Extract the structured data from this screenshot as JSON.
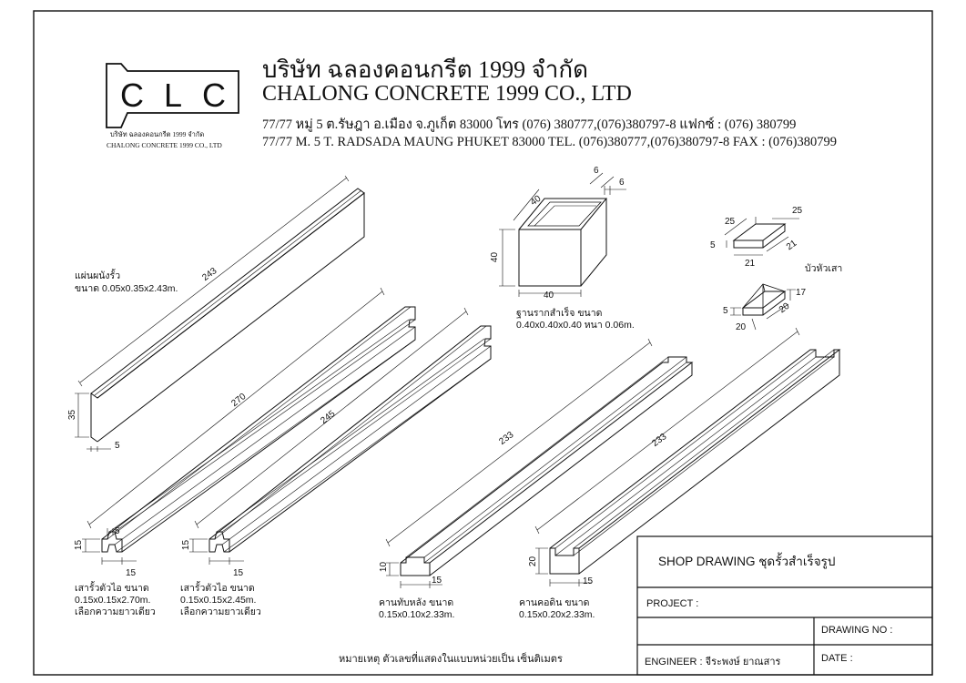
{
  "company": {
    "logo_text": "CLC",
    "logo_sub_th": "บริษัท ฉลองคอนกรีต 1999 จำกัด",
    "logo_sub_en": "CHALONG CONCRETE 1999 CO., LTD",
    "name_th": "บริษัท ฉลองคอนกรีต 1999 จำกัด",
    "name_en": "CHALONG CONCRETE  1999 CO., LTD",
    "address_th": "77/77 หมู่ 5  ต.รัษฎา อ.เมือง จ.ภูเก็ต 83000 โทร (076) 380777,(076)380797-8 แฟกซ์ : (076) 380799",
    "address_en": "77/77 M. 5 T. RADSADA MAUNG PHUKET 83000 TEL. (076)380777,(076)380797-8 FAX :  (076)380799"
  },
  "components": {
    "panel": {
      "line1": "แผ่นผนังรั้ว",
      "line2": "ขนาด 0.05x0.35x2.43m.",
      "dim_length": "243",
      "dim_height": "35",
      "dim_thick": "5"
    },
    "post270": {
      "line1": "เสารั้วตัวไอ ขนาด",
      "line2": "0.15x0.15x2.70m.",
      "line3": "เลือกความยาวเดียว",
      "dim_length": "270",
      "dim_w": "15",
      "dim_h": "15",
      "dim_5": "5"
    },
    "post245": {
      "line1": "เสารั้วตัวไอ ขนาด",
      "line2": "0.15x0.15x2.45m.",
      "line3": "เลือกความยาวเดียว",
      "dim_length": "245",
      "dim_w": "15",
      "dim_h": "15"
    },
    "beam_top": {
      "line1": "คานทับหลัง  ขนาด",
      "line2": "0.15x0.10x2.33m.",
      "dim_length": "233",
      "dim_h": "10",
      "dim_w": "15"
    },
    "beam_ground": {
      "line1": "คานคอดิน  ขนาด",
      "line2": "0.15x0.20x2.33m.",
      "dim_length": "233",
      "dim_h": "20",
      "dim_w": "15"
    },
    "footing": {
      "line1": "ฐานรากสำเร็จ ขนาด",
      "line2": "0.40x0.40x0.40 หนา 0.06m.",
      "dim_top": "40",
      "dim_side": "40",
      "dim_bottom": "40",
      "dim_wall": "6",
      "dim_wall2": "6"
    },
    "cap": {
      "label": "บัวหัวเสา",
      "dim_a": "25",
      "dim_b": "25",
      "dim_c": "5",
      "dim_d": "21",
      "dim_e": "21",
      "dim_f": "5",
      "dim_g": "20",
      "dim_h": "20",
      "dim_i": "17"
    }
  },
  "note": "หมายเหตุ ตัวเลขที่แสดงในแบบหน่วยเป็น เซ็นติเมตร",
  "title_block": {
    "title": "SHOP DRAWING ชุดรั้วสำเร็จรูป",
    "project": "PROJECT  :",
    "drawing_no": "DRAWING NO   :",
    "engineer": "ENGINEER  : จีระพงษ์  ยาณสาร",
    "date": "DATE   :"
  }
}
